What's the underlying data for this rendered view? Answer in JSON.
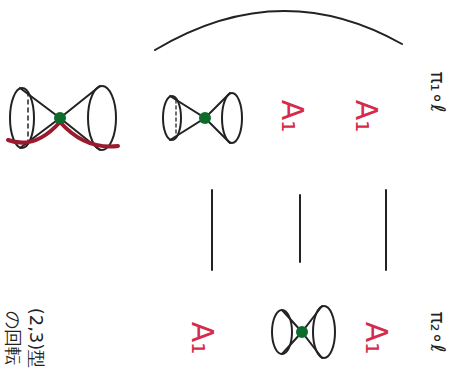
{
  "diagram": {
    "labels": [
      "π₁∘ℓ",
      "A₁",
      "A₁",
      "π₂∘ℓ",
      "A₁",
      "A₁",
      "(2,3)型",
      "の回転"
    ]
  }
}
